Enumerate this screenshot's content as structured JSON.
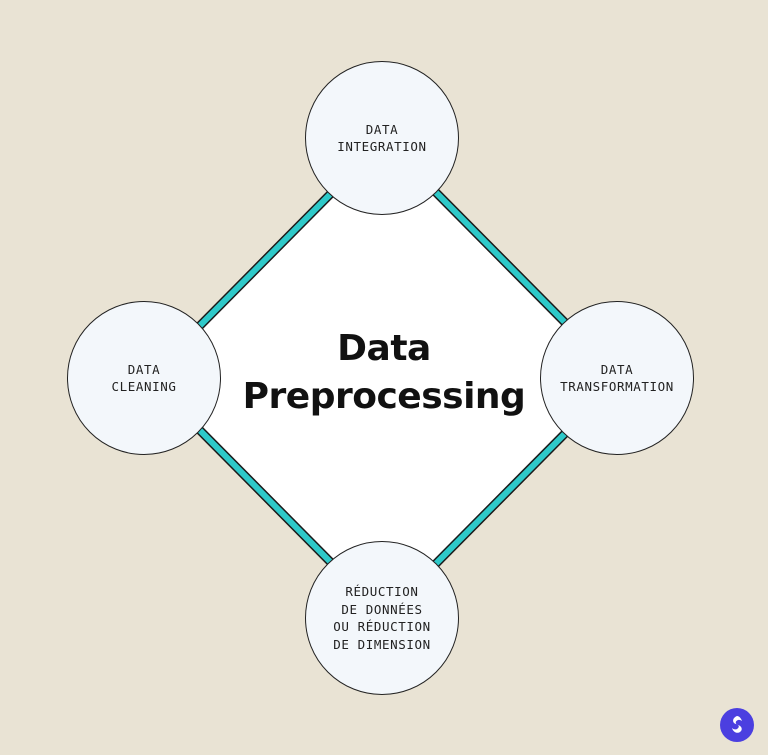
{
  "title": "Data\nPreprocessing",
  "nodes": {
    "top": "DATA\nINTEGRATION",
    "left": "DATA\nCLEANING",
    "right": "DATA\nTRANSFORMATION",
    "bottom": "RÉDUCTION\nDE DONNÉES\nOU RÉDUCTION\nDE DIMENSION"
  },
  "colors": {
    "background": "#e9e3d4",
    "connector": "#2ec9c9",
    "connector_outline": "#1a1a1a",
    "node_fill": "#f3f7fb",
    "diamond_fill": "#ffffff",
    "logo": "#4b3fe0"
  },
  "logo_icon": "brand-logo-icon"
}
